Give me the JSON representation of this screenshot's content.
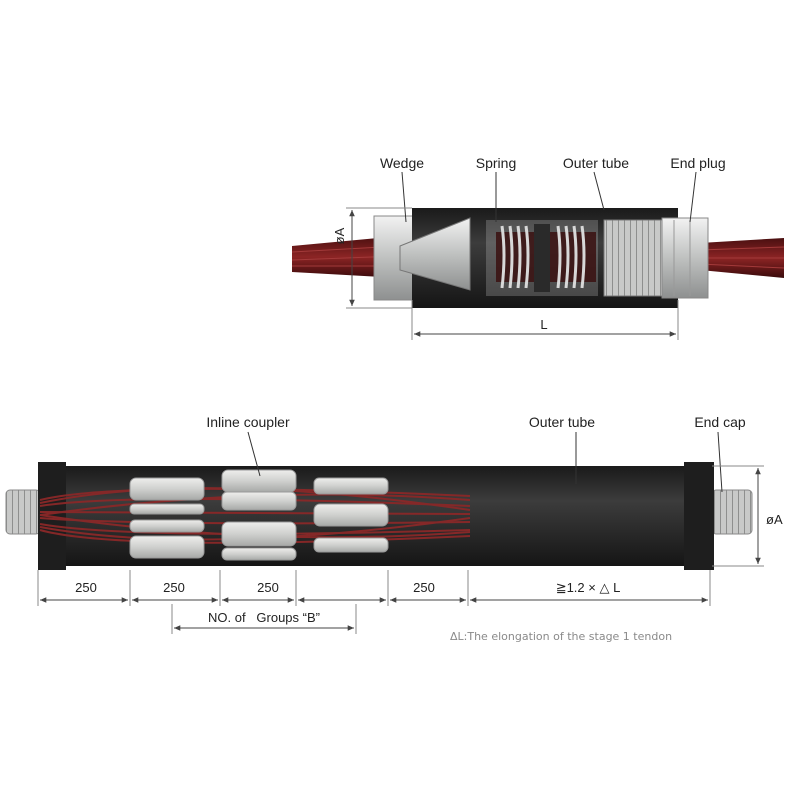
{
  "top_assembly": {
    "labels": {
      "wedge": "Wedge",
      "spring": "Spring",
      "outer_tube": "Outer tube",
      "end_plug": "End plug"
    },
    "dims": {
      "diameter": "øA",
      "length": "L"
    }
  },
  "bottom_assembly": {
    "labels": {
      "inline_coupler": "Inline coupler",
      "outer_tube": "Outer tube",
      "end_cap": "End cap"
    },
    "dims": {
      "seg1": "250",
      "seg2": "250",
      "seg3": "250",
      "seg4": "250",
      "elongation": "≧1.2 × △ L",
      "diameter": "øA",
      "groups": "NO. of   Groups “B”"
    },
    "note": "ΔL:The elongation of the stage 1 tendon"
  },
  "colors": {
    "strand": "#7a1c1c",
    "tube": "#2b2b2b",
    "metal": "#c7c9c8",
    "dim_line": "#555555"
  }
}
